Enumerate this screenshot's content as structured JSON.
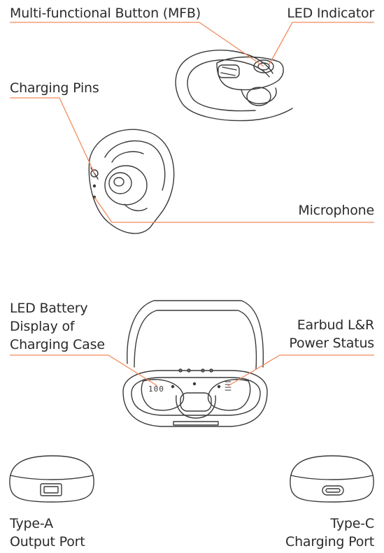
{
  "colors": {
    "leader": "#F28B5B",
    "outline": "#3a3a3a",
    "text": "#2b2b2b"
  },
  "labels": {
    "mfb": "Multi-functional Button (MFB)",
    "led_indicator": "LED Indicator",
    "charging_pins": "Charging Pins",
    "microphone": "Microphone",
    "led_battery": [
      "LED Battery",
      "Display of",
      "Charging Case"
    ],
    "earbud_power": [
      "Earbud L&R",
      "Power Status"
    ],
    "type_a": [
      "Type-A",
      "Output Port"
    ],
    "type_c": [
      "Type-C",
      "Charging Port"
    ]
  },
  "case_display": "100"
}
